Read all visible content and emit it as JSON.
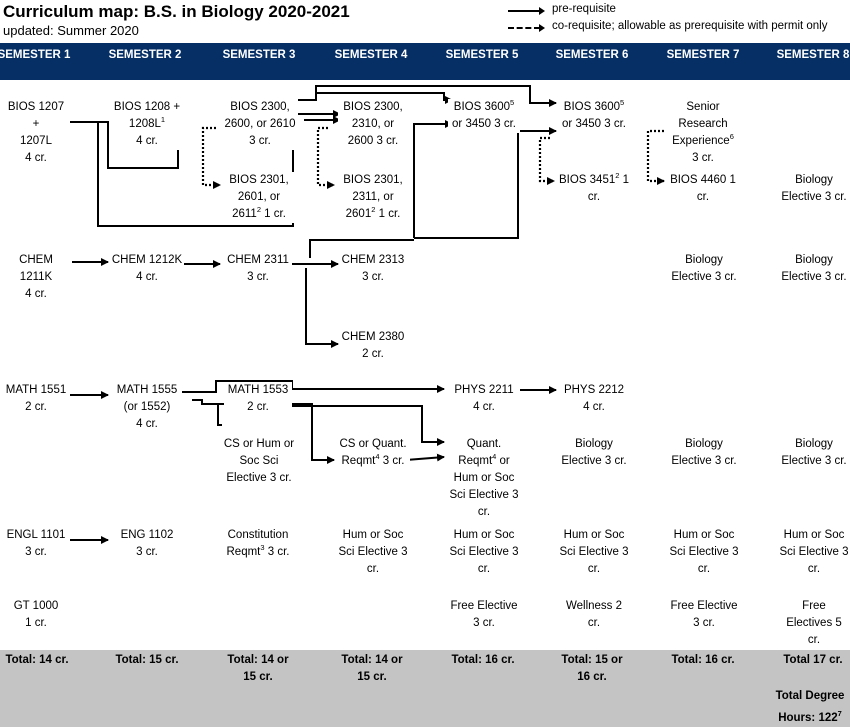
{
  "header": {
    "title": "Curriculum map: B.S. in Biology 2020-2021",
    "updated": "updated: Summer 2020"
  },
  "legend": {
    "prereq": "pre-requisite",
    "coreq": "co-requisite; allowable as prerequisite with permit only"
  },
  "semesters": [
    "SEMESTER 1",
    "SEMESTER 2",
    "SEMESTER 3",
    "SEMESTER 4",
    "SEMESTER 5",
    "SEMESTER 6",
    "SEMESTER 7",
    "SEMESTER 8"
  ],
  "courses": {
    "bios1207": [
      "BIOS 1207 +",
      "1207L",
      "4 cr."
    ],
    "bios1208": [
      "BIOS 1208 +",
      "1208L",
      "1",
      "4 cr."
    ],
    "bios2300a": [
      "BIOS 2300,",
      "2600, or 2610",
      "3 cr."
    ],
    "bios2301a": [
      "BIOS 2301,",
      "2601, or",
      "2611",
      "2",
      " 1 cr."
    ],
    "bios2300b": [
      "BIOS 2300,",
      "2310, or",
      "2600 3 cr."
    ],
    "bios2301b": [
      "BIOS 2301,",
      "2311, or",
      "2601",
      "2",
      " 1 cr."
    ],
    "bios3600a": [
      "BIOS 3600",
      "5",
      "or 3450 3 cr."
    ],
    "bios3600b": [
      "BIOS 3600",
      "5",
      "or 3450 3 cr."
    ],
    "bios3451": [
      "BIOS 3451",
      "2",
      " 1",
      "cr."
    ],
    "seniorResearch": [
      "Senior",
      "Research",
      "Experience",
      "6",
      "3 cr."
    ],
    "bios4460": [
      "BIOS 4460 1",
      "cr."
    ],
    "bioElec8a": [
      "Biology",
      "Elective 3 cr."
    ],
    "chem1211": [
      "CHEM 1211K",
      "4 cr."
    ],
    "chem1212": [
      "CHEM 1212K",
      "4 cr."
    ],
    "chem2311": [
      "CHEM 2311",
      "3 cr."
    ],
    "chem2313": [
      "CHEM 2313",
      "3 cr."
    ],
    "chem2380": [
      "CHEM 2380",
      "2 cr."
    ],
    "bioElec7a": [
      "Biology",
      "Elective 3 cr."
    ],
    "bioElec8b": [
      "Biology",
      "Elective 3 cr."
    ],
    "math1551": [
      "MATH 1551",
      "2 cr."
    ],
    "math1555": [
      "MATH 1555",
      "(or 1552)",
      "4 cr."
    ],
    "math1553": [
      "MATH 1553",
      "2 cr."
    ],
    "phys2211": [
      "PHYS 2211",
      "4 cr."
    ],
    "phys2212": [
      "PHYS 2212",
      "4 cr."
    ],
    "csHum": [
      "CS or Hum or",
      "Soc Sci",
      "Elective 3 cr."
    ],
    "csQuant": [
      "CS or Quant.",
      "Reqmt",
      "4",
      " 3 cr."
    ],
    "quantReqmt": [
      "Quant.",
      "Reqmt",
      "4",
      " or",
      "Hum or Soc",
      "Sci Elective 3",
      "cr."
    ],
    "bioElec6": [
      "Biology",
      "Elective 3 cr."
    ],
    "bioElec7b": [
      "Biology",
      "Elective 3 cr."
    ],
    "bioElec8c": [
      "Biology",
      "Elective 3 cr."
    ],
    "engl1101": [
      "ENGL 1101",
      "3 cr."
    ],
    "eng1102": [
      "ENG 1102",
      "3 cr."
    ],
    "constitution": [
      "Constitution",
      "Reqmt",
      "3",
      " 3 cr."
    ],
    "humSoc4": [
      "Hum or Soc",
      "Sci Elective 3",
      "cr."
    ],
    "humSoc5": [
      "Hum or Soc",
      "Sci Elective 3",
      "cr."
    ],
    "humSoc6": [
      "Hum or Soc",
      "Sci Elective 3",
      "cr."
    ],
    "humSoc7": [
      "Hum or Soc",
      "Sci Elective 3",
      "cr."
    ],
    "humSoc8": [
      "Hum or Soc",
      "Sci Elective 3",
      "cr."
    ],
    "gt1000": [
      "GT 1000",
      "1 cr."
    ],
    "freeElec5": [
      "Free Elective",
      "3 cr."
    ],
    "wellness": [
      "Wellness 2",
      "cr."
    ],
    "freeElec7": [
      "Free Elective",
      "3 cr."
    ],
    "freeElec8": [
      "Free",
      "Electives 5",
      "cr."
    ]
  },
  "totals": {
    "s1": "Total: 14 cr.",
    "s2": "Total: 15 cr.",
    "s3": [
      "Total: 14 or",
      "15 cr."
    ],
    "s4": [
      "Total: 14 or",
      "15 cr."
    ],
    "s5": "Total: 16 cr.",
    "s6": [
      "Total: 15 or",
      "16 cr."
    ],
    "s7": "Total: 16 cr.",
    "s8": "Total 17 cr.",
    "degree": [
      "Total Degree",
      "Hours: 122",
      "7"
    ]
  }
}
